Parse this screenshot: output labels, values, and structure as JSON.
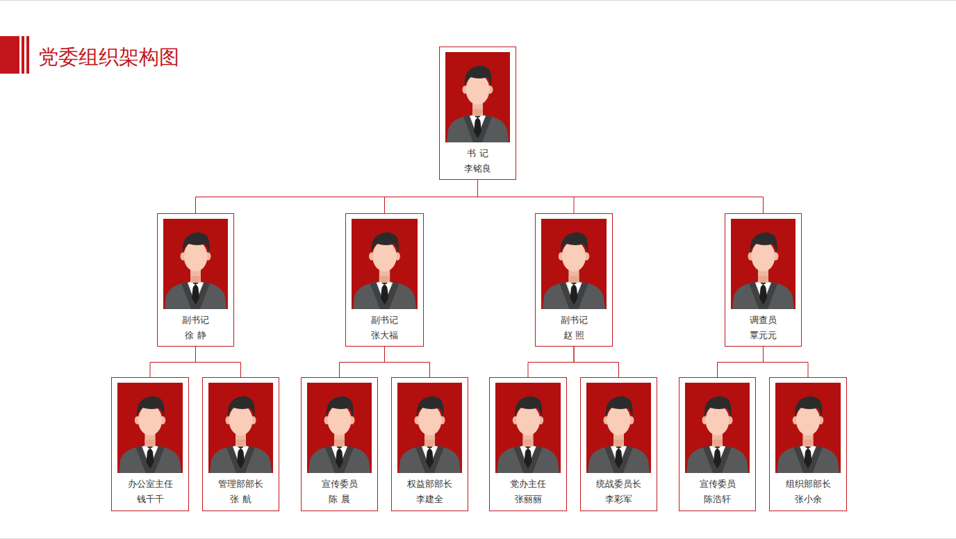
{
  "diagram": {
    "title": "党委组织架构图",
    "nodes": [
      {
        "text": [
          "书 记",
          "李铭良"
        ]
      },
      {
        "text": [
          "副书记",
          "徐 静"
        ]
      },
      {
        "text": [
          "副书记",
          "张大福"
        ]
      },
      {
        "text": [
          "副书记",
          "赵 照"
        ]
      },
      {
        "text": [
          "调查员",
          "覃元元"
        ]
      },
      {
        "text": [
          "办公室主任",
          "钱千千"
        ]
      },
      {
        "text": [
          "管理部部长",
          "张 航"
        ]
      },
      {
        "text": [
          "宣传委员",
          "陈 晨"
        ]
      },
      {
        "text": [
          "权益部部长",
          "李建全"
        ]
      },
      {
        "text": [
          "党办主任",
          "张丽丽"
        ]
      },
      {
        "text": [
          "统战委员长",
          "李彩军"
        ]
      },
      {
        "text": [
          "宣传委员",
          "陈浩轩"
        ]
      },
      {
        "text": [
          "组织部部长",
          "张小余"
        ]
      }
    ],
    "edges": [
      {
        "from": 0,
        "to": 1,
        "arrow": "none"
      },
      {
        "from": 0,
        "to": 2,
        "arrow": "none"
      },
      {
        "from": 0,
        "to": 3,
        "arrow": "none"
      },
      {
        "from": 0,
        "to": 4,
        "arrow": "none"
      },
      {
        "from": 1,
        "to": 5,
        "arrow": "none"
      },
      {
        "from": 1,
        "to": 6,
        "arrow": "none"
      },
      {
        "from": 2,
        "to": 7,
        "arrow": "none"
      },
      {
        "from": 2,
        "to": 8,
        "arrow": "none"
      },
      {
        "from": 3,
        "to": 9,
        "arrow": "none"
      },
      {
        "from": 3,
        "to": 10,
        "arrow": "none"
      },
      {
        "from": 4,
        "to": 11,
        "arrow": "none"
      },
      {
        "from": 4,
        "to": 12,
        "arrow": "none"
      }
    ]
  }
}
